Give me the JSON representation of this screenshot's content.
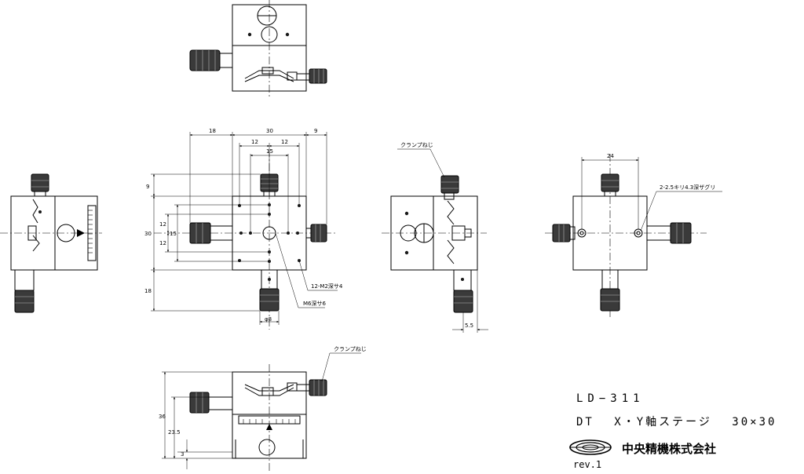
{
  "title_block": {
    "model": "LD−311",
    "product_name": "DT X・Y軸ステージ 30×30",
    "company": "中央精機株式会社",
    "revision": "rev.1"
  },
  "annotations": {
    "clamp_screw_a": "クランプねじ",
    "clamp_screw_b": "クランプねじ",
    "tapped_holes": "12-M2深サ4",
    "center_hole": "M6深サ6",
    "side_holes": "2-2.5キリ4.3深ザグリ"
  },
  "dimensions": {
    "d18a": "18",
    "d30": "30",
    "d9a": "9",
    "d12a": "12",
    "d12b": "12",
    "d15a": "15",
    "d9b": "9",
    "d30v": "30",
    "d12c": "12",
    "d15b": "15",
    "d12d": "12",
    "d18b": "18",
    "d8": "φ8",
    "d24": "24",
    "d55": "5.5",
    "d36": "36",
    "d235": "23.5",
    "d3": "3"
  }
}
